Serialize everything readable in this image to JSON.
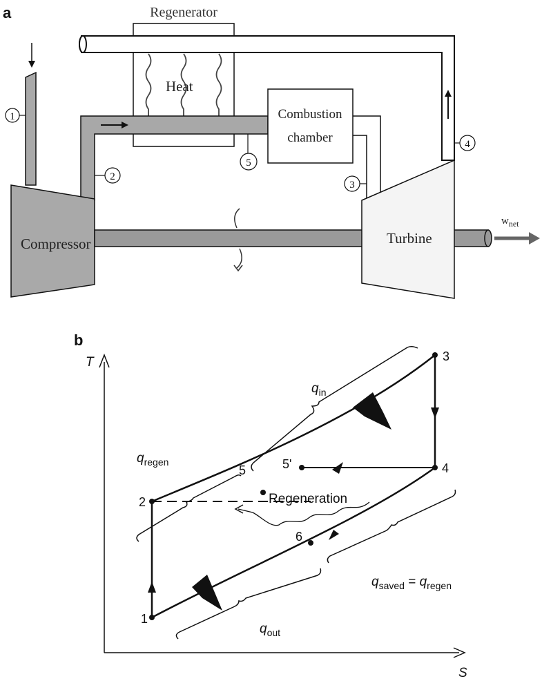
{
  "panel_a": {
    "label": "a",
    "regenerator_label": "Regenerator",
    "heat_label": "Heat",
    "combustion_line1": "Combustion",
    "combustion_line2": "chamber",
    "compressor_label": "Compressor",
    "turbine_label": "Turbine",
    "work_label_main": "w",
    "work_label_sub": "net",
    "state_points": [
      "1",
      "2",
      "3",
      "4",
      "5"
    ]
  },
  "panel_b": {
    "label": "b",
    "axis_t": "T",
    "axis_s": "S",
    "points": {
      "p1": "1",
      "p2": "2",
      "p3": "3",
      "p4": "4",
      "p5": "5",
      "p5prime": "5'",
      "p6": "6"
    },
    "q_in": {
      "main": "q",
      "sub": "in"
    },
    "q_out": {
      "main": "q",
      "sub": "out"
    },
    "q_regen": {
      "main": "q",
      "sub": "regen"
    },
    "q_saved": {
      "main": "q",
      "sub": "saved",
      "equals": " = ",
      "main2": "q",
      "sub2": "regen"
    },
    "regeneration_label": "Regeneration"
  },
  "colors": {
    "ink": "#111111",
    "component_fill": "#a9a9a9",
    "pipe_fill": "#a8a8a8",
    "turbine_fill": "#f4f4f4"
  }
}
